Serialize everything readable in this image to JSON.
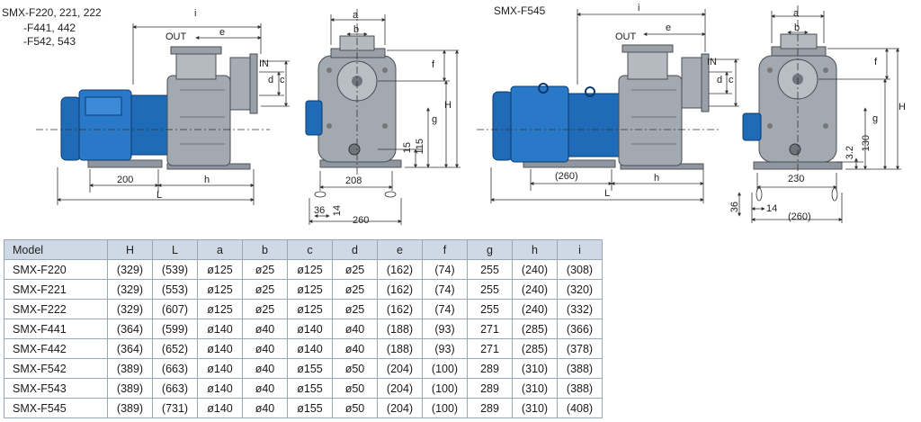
{
  "left_figure": {
    "title_lines": [
      "SMX-F220, 221, 222",
      "-F441, 442",
      "-F542, 543"
    ],
    "labels": {
      "i": "i",
      "e": "e",
      "out": "OUT",
      "in": "IN",
      "d": "d",
      "c": "c",
      "h": "h",
      "L": "L",
      "dim200": "200"
    },
    "front": {
      "a": "a",
      "b": "b",
      "f": "f",
      "g": "g",
      "H": "H",
      "d15": "15",
      "d115": "115",
      "d208": "208",
      "d36": "36",
      "d14": "14",
      "d260": "260"
    }
  },
  "right_figure": {
    "title": "SMX-F545",
    "labels": {
      "i": "i",
      "e": "e",
      "out": "OUT",
      "in": "IN",
      "d": "d",
      "c": "c",
      "h": "h",
      "L": "L",
      "dim260p": "(260)"
    },
    "front": {
      "a": "a",
      "b": "b",
      "f": "f",
      "g": "g",
      "H": "H",
      "d3_2": "3.2",
      "d130": "130",
      "d230": "230",
      "d36": "36",
      "d14": "14",
      "d260p": "(260)"
    }
  },
  "colors": {
    "motor_blue": "#1f6bb8",
    "pump_gray": "#9ea4ab",
    "table_header": "#cfd9e6",
    "table_border": "#9aa6b2"
  },
  "table": {
    "headers": [
      "Model",
      "H",
      "L",
      "a",
      "b",
      "c",
      "d",
      "e",
      "f",
      "g",
      "h",
      "i"
    ],
    "rows": [
      [
        "SMX-F220",
        "(329)",
        "(539)",
        "ø125",
        "ø25",
        "ø125",
        "ø25",
        "(162)",
        "(74)",
        "255",
        "(240)",
        "(308)"
      ],
      [
        "SMX-F221",
        "(329)",
        "(553)",
        "ø125",
        "ø25",
        "ø125",
        "ø25",
        "(162)",
        "(74)",
        "255",
        "(240)",
        "(320)"
      ],
      [
        "SMX-F222",
        "(329)",
        "(607)",
        "ø125",
        "ø25",
        "ø125",
        "ø25",
        "(162)",
        "(74)",
        "255",
        "(240)",
        "(332)"
      ],
      [
        "SMX-F441",
        "(364)",
        "(599)",
        "ø140",
        "ø40",
        "ø140",
        "ø40",
        "(188)",
        "(93)",
        "271",
        "(285)",
        "(366)"
      ],
      [
        "SMX-F442",
        "(364)",
        "(652)",
        "ø140",
        "ø40",
        "ø140",
        "ø40",
        "(188)",
        "(93)",
        "271",
        "(285)",
        "(378)"
      ],
      [
        "SMX-F542",
        "(389)",
        "(663)",
        "ø140",
        "ø40",
        "ø155",
        "ø50",
        "(204)",
        "(100)",
        "289",
        "(310)",
        "(388)"
      ],
      [
        "SMX-F543",
        "(389)",
        "(663)",
        "ø140",
        "ø40",
        "ø155",
        "ø50",
        "(204)",
        "(100)",
        "289",
        "(310)",
        "(388)"
      ],
      [
        "SMX-F545",
        "(389)",
        "(731)",
        "ø140",
        "ø40",
        "ø155",
        "ø50",
        "(204)",
        "(100)",
        "289",
        "(310)",
        "(408)"
      ]
    ]
  }
}
